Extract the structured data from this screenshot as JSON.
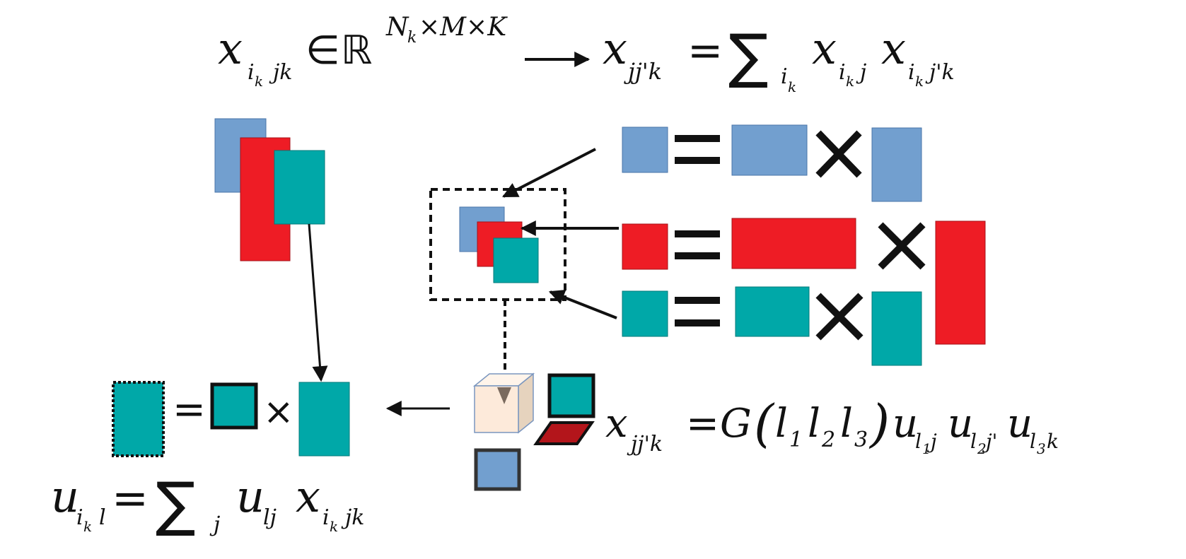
{
  "colors": {
    "blue": "#729FCF",
    "red": "#EE1C25",
    "teal": "#00A8A8",
    "dark_red": "#B3151B",
    "cube_fill": "#FDEADA",
    "ink": "#111111"
  },
  "equations": {
    "top_left": {
      "var": "x",
      "sub1": "i",
      "sub1_sub": "k",
      "sub2": "jk",
      "in": "∈",
      "set": "ℝ",
      "sup_a": "N",
      "sup_a_sub": "k",
      "sup_rest": "×M×K"
    },
    "top_right": {
      "lhs_var": "x",
      "lhs_sub": "jj'k",
      "eq": "=",
      "sum": "∑",
      "sum_sub": "i",
      "sum_sub_sub": "k",
      "t1_var": "x",
      "t1_sub": "i",
      "t1_sub_sub": "k",
      "t1_sub2": "j",
      "t2_var": "x",
      "t2_sub": "i",
      "t2_sub_sub": "k",
      "t2_sub2": "j'k"
    },
    "bottom_right": {
      "lhs_var": "x",
      "lhs_sub": "jj'k",
      "eq": "=",
      "g": "G",
      "lparen": "(",
      "l1": "l",
      "l1_sub": "1",
      "l2": "l",
      "l2_sub": "2",
      "l3": "l",
      "l3_sub": "3",
      "rparen": ")",
      "u1": "u",
      "u1_sub": "l",
      "u1_sub_sub": "1",
      "u1_sub2": "j",
      "u2": "u",
      "u2_sub": "l",
      "u2_sub_sub": "2",
      "u2_sub2": "j'",
      "u3": "u",
      "u3_sub": "l",
      "u3_sub_sub": "3",
      "u3_sub2": "k"
    },
    "bottom_left": {
      "lhs_var": "u",
      "lhs_sub": "i",
      "lhs_sub_sub": "k",
      "lhs_sub2": "l",
      "eq": "=",
      "sum": "∑",
      "sum_sub": "j",
      "t1_var": "u",
      "t1_sub": "lj",
      "t2_var": "x",
      "t2_sub": "i",
      "t2_sub_sub": "k",
      "t2_sub2": "jk"
    }
  },
  "operators": {
    "equals": "=",
    "times": "×"
  }
}
